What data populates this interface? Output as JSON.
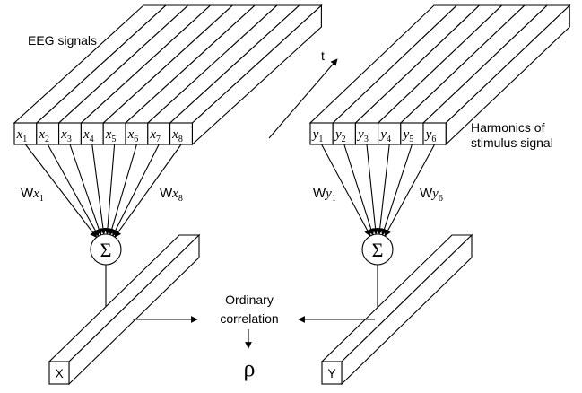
{
  "labels": {
    "eeg": "EEG signals",
    "time": "t",
    "harmonics_line1": "Harmonics of",
    "harmonics_line2": "stimulus signal",
    "corr_line1": "Ordinary",
    "corr_line2": "correlation",
    "rho": "ρ",
    "X": "X",
    "Y": "Y",
    "sigma": "Σ"
  },
  "x_channels": [
    {
      "var": "x",
      "sub": "1"
    },
    {
      "var": "x",
      "sub": "2"
    },
    {
      "var": "x",
      "sub": "3"
    },
    {
      "var": "x",
      "sub": "4"
    },
    {
      "var": "x",
      "sub": "5"
    },
    {
      "var": "x",
      "sub": "6"
    },
    {
      "var": "x",
      "sub": "7"
    },
    {
      "var": "x",
      "sub": "8"
    }
  ],
  "y_channels": [
    {
      "var": "y",
      "sub": "1"
    },
    {
      "var": "y",
      "sub": "2"
    },
    {
      "var": "y",
      "sub": "3"
    },
    {
      "var": "y",
      "sub": "4"
    },
    {
      "var": "y",
      "sub": "5"
    },
    {
      "var": "y",
      "sub": "6"
    }
  ],
  "weights": {
    "wx_first": {
      "w": "W",
      "var": "x",
      "sub": "1"
    },
    "wx_last": {
      "w": "W",
      "var": "x",
      "sub": "8"
    },
    "wy_first": {
      "w": "W",
      "var": "y",
      "sub": "1"
    },
    "wy_last": {
      "w": "W",
      "var": "y",
      "sub": "6"
    }
  }
}
